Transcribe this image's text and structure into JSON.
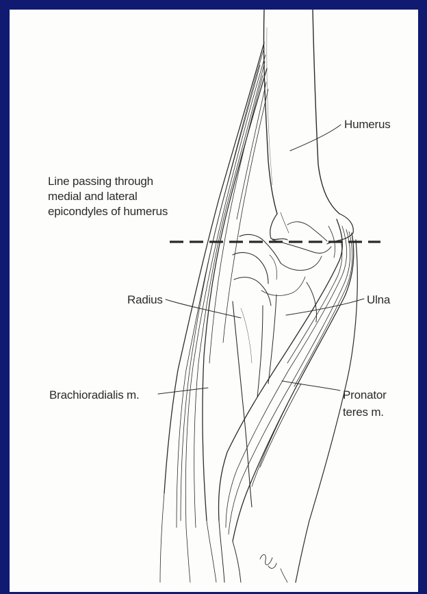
{
  "labels": {
    "humerus": "Humerus",
    "epicondyle_line": [
      "Line passing through",
      "medial and lateral",
      "epicondyles of humerus"
    ],
    "radius": "Radius",
    "ulna": "Ulna",
    "brachioradialis": "Brachioradialis m.",
    "pronator_teres": [
      "Pronator",
      "teres m."
    ]
  },
  "colors": {
    "border": "#0f1a70",
    "paper": "#fdfdfb",
    "ink": "#2a2a2a"
  }
}
